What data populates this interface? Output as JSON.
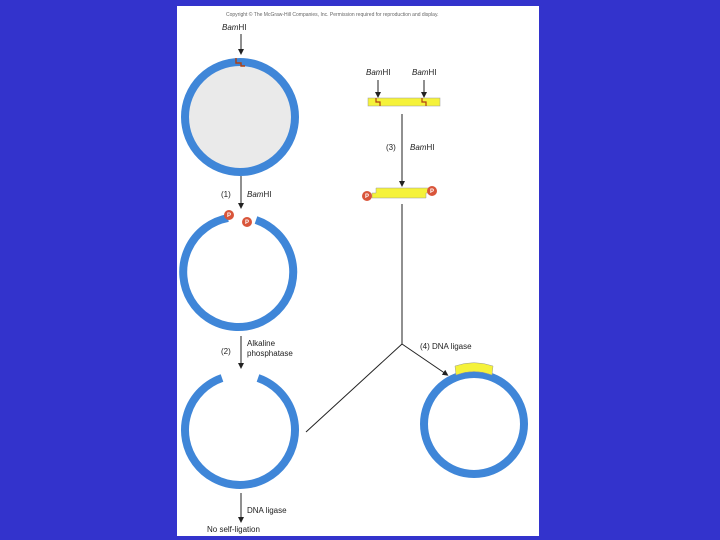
{
  "copyright": "Copyright © The McGraw-Hill Companies, Inc. Permission required for reproduction and display.",
  "enzyme": {
    "italic": "Bam",
    "rest": "HI"
  },
  "steps": {
    "s1": "(1)",
    "s2": "(2)",
    "s3": "(3)",
    "s4": "(4) DNA ligase",
    "alkaline_1": "Alkaline",
    "alkaline_2": "phosphatase",
    "dna_ligase": "DNA ligase",
    "no_self": "No self-ligation"
  },
  "phosphate": "P",
  "colors": {
    "background": "#3333cc",
    "panel": "#ffffff",
    "plasmid": "#3f86d8",
    "insert": "#f5f23a",
    "phosphate": "#d9553a",
    "fill": "#eaeaea"
  }
}
